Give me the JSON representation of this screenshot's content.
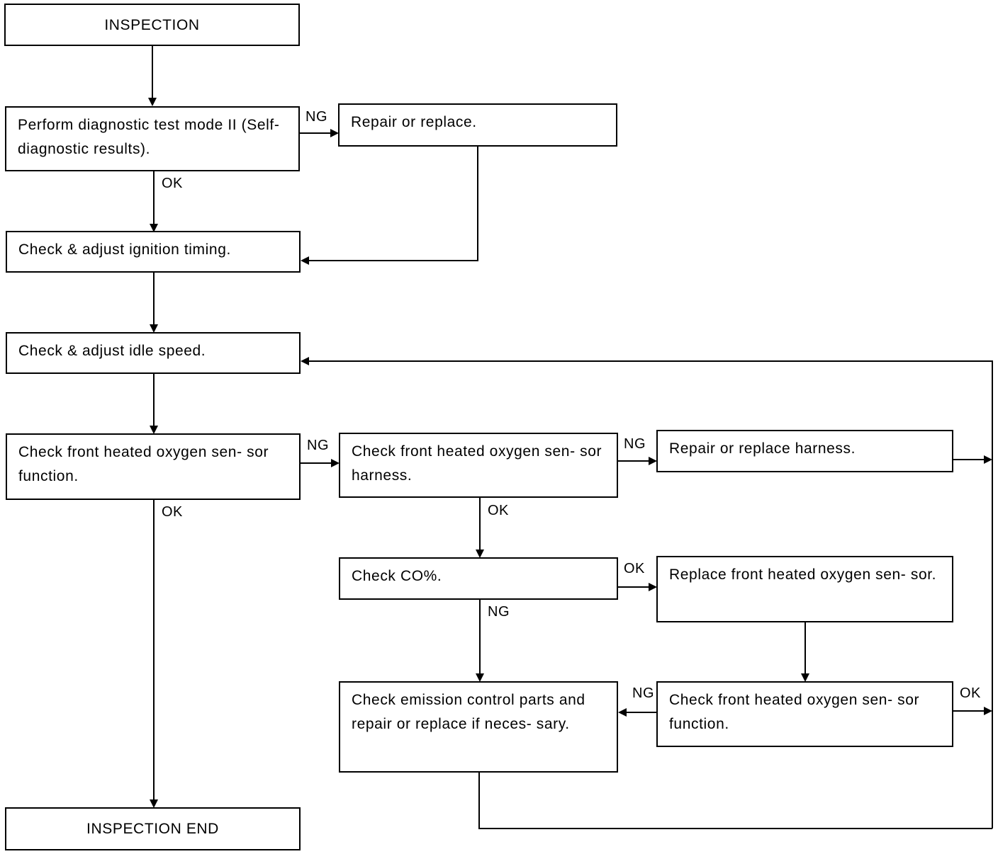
{
  "boxes": {
    "inspection": "INSPECTION",
    "perform_test": "Perform diagnostic test mode II (Self-diagnostic results).",
    "repair_replace": "Repair or replace.",
    "check_timing": "Check & adjust ignition timing.",
    "check_idle": "Check & adjust idle speed.",
    "check_sensor_function": "Check front heated oxygen sen- sor function.",
    "check_sensor_harness": "Check front heated oxygen sen- sor harness.",
    "repair_harness": "Repair or replace harness.",
    "check_co": "Check CO%.",
    "replace_sensor": "Replace front heated oxygen sen- sor.",
    "check_emission": "Check emission control parts and repair or replace if neces- sary.",
    "check_sensor_function_2": "Check front heated oxygen sen- sor function.",
    "inspection_end": "INSPECTION END"
  },
  "labels": {
    "ng_test": "NG",
    "ok_test": "OK",
    "ng_sensor": "NG",
    "ok_sensor": "OK",
    "ng_harness": "NG",
    "ok_harness": "OK",
    "ok_co": "OK",
    "ng_co": "NG",
    "ng_func2": "NG",
    "ok_func2": "OK"
  }
}
